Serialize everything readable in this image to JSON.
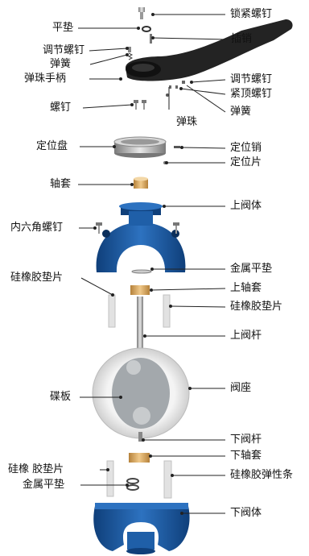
{
  "labels": {
    "lock_screw": "锁紧螺钉",
    "flat_washer": "平垫",
    "pin": "插销",
    "adjust_screw_left": "调节螺钉",
    "spring_left": "弹簧",
    "ball_handle": "弹珠手柄",
    "adjust_screw_right": "调节螺钉",
    "set_screw": "紧顶螺钉",
    "screw": "螺钉",
    "spring_right": "弹簧",
    "ball": "弹珠",
    "positioning_plate": "定位盘",
    "positioning_pin": "定位销",
    "positioning_piece": "定位片",
    "bushing": "轴套",
    "upper_body": "上阀体",
    "hex_socket_screw": "内六角螺钉",
    "metal_washer_upper": "金属平垫",
    "rubber_pad_left_upper": "硅橡胶垫片",
    "upper_bushing": "上轴套",
    "rubber_pad_right_upper": "硅橡胶垫片",
    "upper_stem": "上阀杆",
    "disc": "碟板",
    "seat": "阀座",
    "lower_stem": "下阀杆",
    "lower_bushing": "下轴套",
    "rubber_pad_lower": "硅橡 胶垫片",
    "metal_washer_lower": "金属平垫",
    "rubber_elastic_strip": "硅橡胶弹性条",
    "lower_body": "下阀体"
  },
  "colors": {
    "valve_body_blue": "#1f5fa8",
    "handle_black": "#222222",
    "bushing_bronze": "#d8a860",
    "seat_white": "#eeeeee",
    "disc_gray": "#9aa0a4",
    "leader_line": "#222222"
  }
}
